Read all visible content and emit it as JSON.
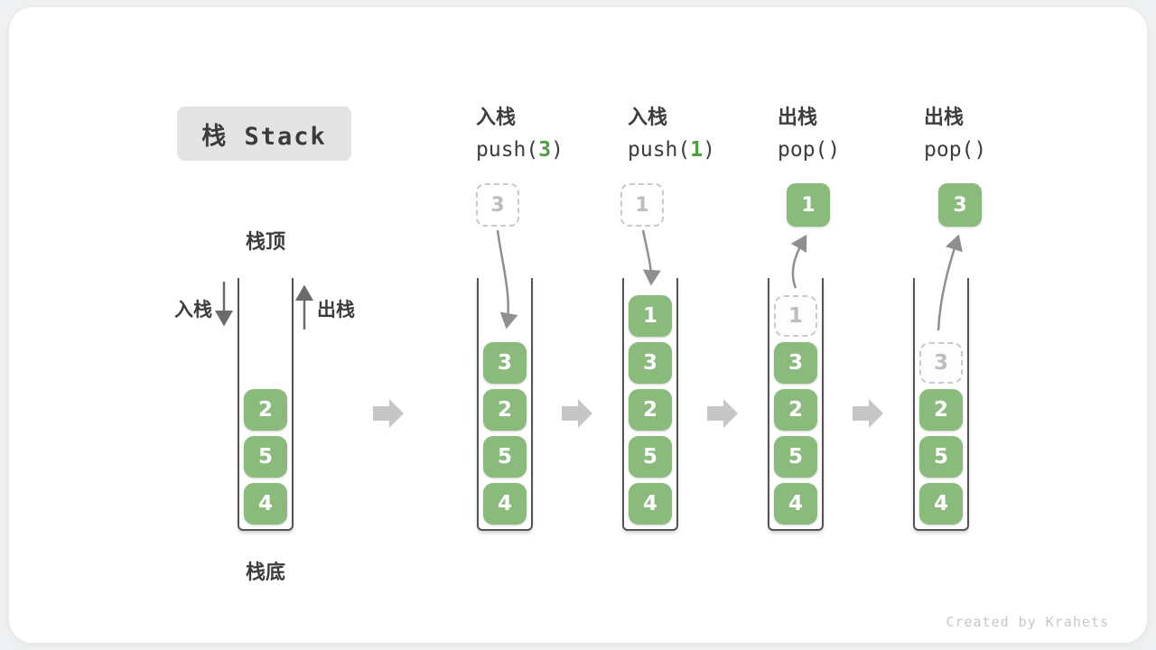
{
  "title": {
    "label": "栈 Stack"
  },
  "watermark": "Created by Krahets",
  "colors": {
    "box_green": "#8aba7c",
    "code_arg_green": "#4ba03e",
    "label_dark": "#3d3d3d",
    "dashed_gray": "#c9c9c9",
    "curve_arrow_gray": "#8f8f8f",
    "block_arrow_gray": "#c6c6c6",
    "title_bg": "#e4e4e4"
  },
  "legend_stack": {
    "top_label": "栈顶",
    "bottom_label": "栈底",
    "push_label": "入栈",
    "pop_label": "出栈",
    "items": [
      {
        "value": "2"
      },
      {
        "value": "5"
      },
      {
        "value": "4"
      }
    ]
  },
  "operations": [
    {
      "name_cn": "入栈",
      "code_pre": "push(",
      "code_arg": "3",
      "code_post": ")",
      "float_box": {
        "value": "3",
        "variant": "dashed"
      },
      "stack": [
        {
          "value": "3"
        },
        {
          "value": "2"
        },
        {
          "value": "5"
        },
        {
          "value": "4"
        }
      ]
    },
    {
      "name_cn": "入栈",
      "code_pre": "push(",
      "code_arg": "1",
      "code_post": ")",
      "float_box": {
        "value": "1",
        "variant": "dashed"
      },
      "stack": [
        {
          "value": "1"
        },
        {
          "value": "3"
        },
        {
          "value": "2"
        },
        {
          "value": "5"
        },
        {
          "value": "4"
        }
      ]
    },
    {
      "name_cn": "出栈",
      "code_pre": "pop()",
      "code_arg": "",
      "code_post": "",
      "float_box": {
        "value": "1",
        "variant": "solid"
      },
      "stack": [
        {
          "value": "1",
          "variant": "dashed"
        },
        {
          "value": "3"
        },
        {
          "value": "2"
        },
        {
          "value": "5"
        },
        {
          "value": "4"
        }
      ]
    },
    {
      "name_cn": "出栈",
      "code_pre": "pop()",
      "code_arg": "",
      "code_post": "",
      "float_box": {
        "value": "3",
        "variant": "solid"
      },
      "stack": [
        {
          "value": "3",
          "variant": "dashed"
        },
        {
          "value": "2"
        },
        {
          "value": "5"
        },
        {
          "value": "4"
        }
      ]
    }
  ]
}
